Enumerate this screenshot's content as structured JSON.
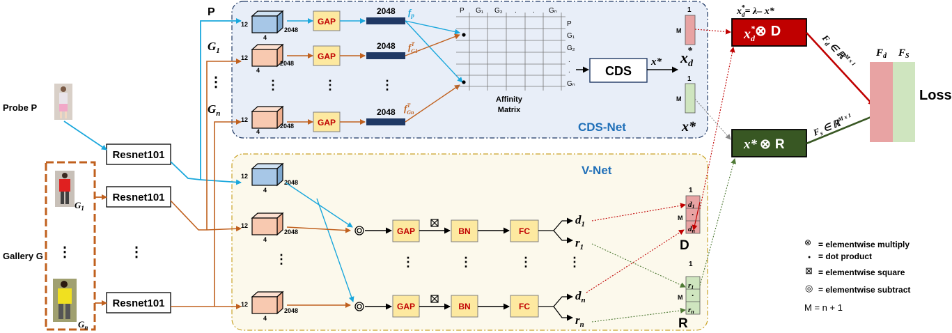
{
  "inputs": {
    "probe_label": "Probe P",
    "gallery_label": "Gallery G",
    "g1": "G",
    "g1_sub": "1",
    "gn": "G",
    "gn_sub": "n",
    "vdots": "⋮"
  },
  "backbone": {
    "resnet_label": "Resnet101"
  },
  "branches": {
    "p": "P",
    "g1": "G",
    "g1_sub": "1",
    "gn": "G",
    "gn_sub": "n",
    "vdots": "⋮"
  },
  "tensor": {
    "h": "12",
    "w": "4",
    "c": "2048"
  },
  "cds_net": {
    "title": "CDS-Net",
    "gap": "GAP",
    "feat_dim": "2048",
    "fp": "f",
    "fp_sub": "p",
    "fg1": "f",
    "fg1_sup": "T",
    "fg1_sub": "G1",
    "fgn": "f",
    "fgn_sup": "T",
    "fgn_sub": "Gn",
    "matrix_title_1": "Affinity",
    "matrix_title_2": "Matrix",
    "matrix_cols": [
      "P",
      "G₁",
      "G₂",
      ".",
      ".",
      "Gₙ"
    ],
    "matrix_rows": [
      "P",
      "G₁",
      "G₂",
      ".",
      ".",
      "Gₙ"
    ],
    "cds_label": "CDS",
    "x_star": "x*",
    "xd_star": "x",
    "xd_sub": "d",
    "xd_sup": "*",
    "one": "1",
    "m": "M"
  },
  "v_net": {
    "title": "V-Net",
    "gap": "GAP",
    "bn": "BN",
    "fc": "FC",
    "d1": "d",
    "d1_sub": "1",
    "r1": "r",
    "r1_sub": "1",
    "dn": "d",
    "dn_sub": "n",
    "rn": "r",
    "rn_sub": "n",
    "D": "D",
    "R": "R",
    "one": "1",
    "m": "M",
    "dot": "·"
  },
  "fusion": {
    "formula": "x*d =  λ– x*",
    "formula_x": "x",
    "formula_sub": "d",
    "formula_sup": "*",
    "formula_rest": "=  λ– x*",
    "red_box_main": "x",
    "red_box_sub": "d",
    "red_box_sup": "*",
    "red_box_op": "⊗",
    "red_box_D": "D",
    "green_box": "x*",
    "green_box_op": "⊗",
    "green_box_R": "R",
    "fd_eq": "F",
    "fd_eq_sub": "d",
    "fd_eq_rest": "∈ ℝ",
    "fd_eq_sup": "M x 1",
    "fs_eq": "F",
    "fs_eq_sub": "s",
    "fs_eq_rest": "∈ ℝ",
    "fs_eq_sup": "M x 1",
    "Fd": "F",
    "Fd_sub": "d",
    "Fs": "F",
    "Fs_sub": "S",
    "loss": "Loss"
  },
  "legend": {
    "items": [
      {
        "symbol": "⊗",
        "text": "= elementwise multiply"
      },
      {
        "symbol": "●",
        "text": "= dot product"
      },
      {
        "symbol": "⊠",
        "text": "= elementwise square"
      },
      {
        "symbol": "◎",
        "text": "= elementwise subtract"
      }
    ],
    "m_def": "M = n + 1"
  },
  "colors": {
    "cyan": "#1aa7dc",
    "orange": "#c0601e",
    "gap_fill": "#fde9a0",
    "gap_text": "#c00000",
    "navy": "#1f3864",
    "red_box": "#c00000",
    "green_box": "#385723",
    "cds_bg": "#e8eef8",
    "vnet_bg": "#fcf9ec",
    "title_blue": "#1f6fb8",
    "fd_fill": "#e8a3a3",
    "fs_fill": "#cfe5bf"
  }
}
